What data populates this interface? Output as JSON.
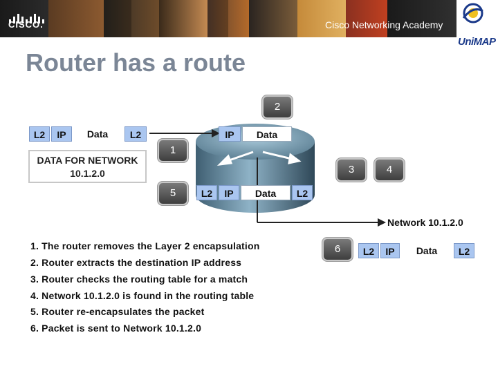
{
  "header": {
    "logo_text": "CISCO.",
    "academy_text": "Cisco Networking Academy",
    "partner_logo_text": "UniMAP"
  },
  "title": "Router has a route",
  "incoming_frame": [
    "L2",
    "IP",
    "Data",
    "L2"
  ],
  "data_box": {
    "line1": "DATA FOR NETWORK",
    "line2": "10.1.2.0"
  },
  "router_packet": [
    "IP",
    "Data"
  ],
  "reencap_frame": [
    "L2",
    "IP",
    "Data",
    "L2"
  ],
  "outgoing_frame": [
    "L2",
    "IP",
    "Data",
    "L2"
  ],
  "badges": [
    "1",
    "2",
    "3",
    "4",
    "5",
    "6"
  ],
  "network_label": "Network 10.1.2.0",
  "steps": [
    "1. The router removes the Layer 2 encapsulation",
    "2. Router extracts the destination IP address",
    "3. Router checks the routing table for a match",
    "4. Network 10.1.2.0 is found in the routing table",
    "5. Router re-encapsulates the packet",
    "6. Packet is sent to Network 10.1.2.0"
  ]
}
